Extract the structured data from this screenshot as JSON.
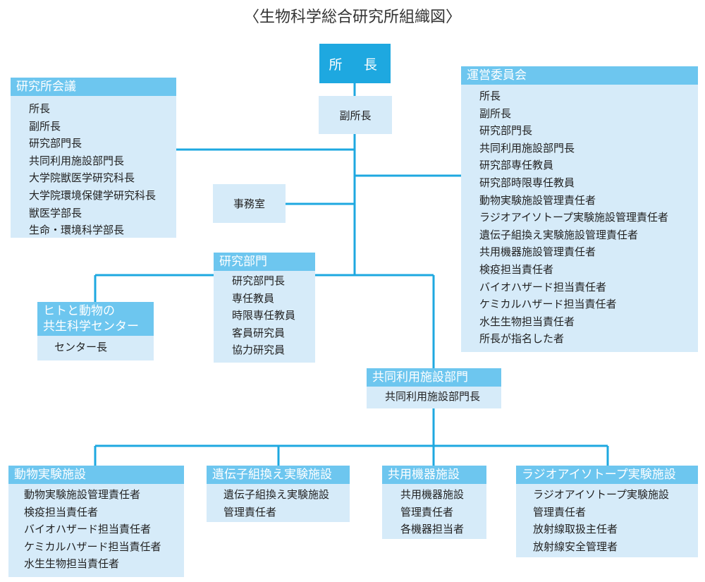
{
  "title": "〈生物科学総合研究所組織図〉",
  "director": "所　長",
  "vice_director": "副所長",
  "office": "事務室",
  "research_council": {
    "heading": "研究所会議",
    "members": [
      "所長",
      "副所長",
      "研究部門長",
      "共同利用施設部門長",
      "大学院獣医学研究科長",
      "大学院環境保健学研究科長",
      "獣医学部長",
      "生命・環境科学部長"
    ]
  },
  "steering_committee": {
    "heading": "運営委員会",
    "members": [
      "所長",
      "副所長",
      "研究部門長",
      "共同利用施設部門長",
      "研究部専任教員",
      "研究部時限専任教員",
      "動物実験施設管理責任者",
      "ラジオアイソトープ実験施設管理責任者",
      "遺伝子組換え実験施設管理責任者",
      "共用機器施設管理責任者",
      "検疫担当責任者",
      "バイオハザード担当責任者",
      "ケミカルハザード担当責任者",
      "水生生物担当責任者",
      "所長が指名した者"
    ]
  },
  "research_division": {
    "heading": "研究部門",
    "members": [
      "研究部門長",
      "専任教員",
      "時限専任教員",
      "客員研究員",
      "協力研究員"
    ]
  },
  "human_animal_center": {
    "heading_line1": "ヒトと動物の",
    "heading_line2": "共生科学センター",
    "members": [
      "センター長"
    ]
  },
  "shared_facilities": {
    "heading": "共同利用施設部門",
    "members": [
      "共同利用施設部門長"
    ]
  },
  "animal_facility": {
    "heading": "動物実験施設",
    "members": [
      "動物実験施設管理責任者",
      "検疫担当責任者",
      "バイオハザード担当責任者",
      "ケミカルハザード担当責任者",
      "水生生物担当責任者"
    ]
  },
  "gene_facility": {
    "heading": "遺伝子組換え実験施設",
    "members": [
      "遺伝子組換え実験施設",
      "管理責任者"
    ]
  },
  "equipment_facility": {
    "heading": "共用機器施設",
    "members": [
      "共用機器施設",
      "管理責任者",
      "各機器担当者"
    ]
  },
  "ri_facility": {
    "heading": "ラジオアイソトープ実験施設",
    "members": [
      "ラジオアイソトープ実験施設",
      "管理責任者",
      "放射線取扱主任者",
      "放射線安全管理者"
    ]
  },
  "colors": {
    "header": "#6dc6ef",
    "box": "#d6ebf9",
    "director": "#1ea8e0",
    "line": "#1ea8e0"
  }
}
